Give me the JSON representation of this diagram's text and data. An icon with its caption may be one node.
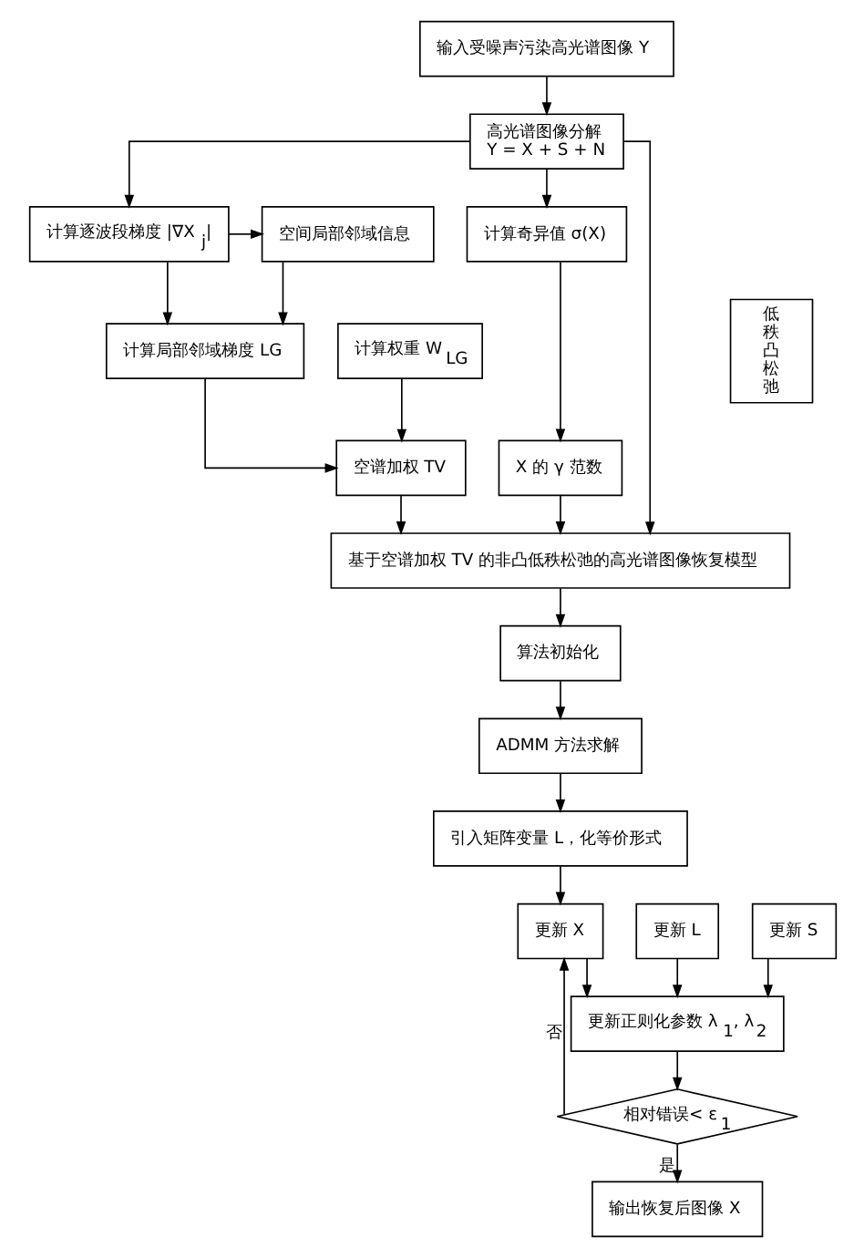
{
  "diagram": {
    "nodes": [
      {
        "text": [
          "输入受噪声污染高光谱图像 Y"
        ]
      },
      {
        "text": [
          "高光谱图像分解",
          "Y = X + S + N"
        ]
      },
      {
        "text": [
          "空间局部邻域信息"
        ]
      },
      {
        "text": [
          "计算逐波段梯度 |∇X$_{j}$|"
        ]
      },
      {
        "text": [
          "计算奇异值 σ(X)"
        ]
      },
      {
        "text": [
          "计算局部邻域梯度 LG"
        ]
      },
      {
        "text": [
          "计算权重 W$_{LG}$"
        ]
      },
      {
        "text": [
          "低秩凸松弛"
        ]
      },
      {
        "text": [
          "空谱加权 TV"
        ]
      },
      {
        "text": [
          "X 的 γ 范数"
        ]
      },
      {
        "text": [
          "基于空谱加权 TV 的非凸低秩松弛的高光谱图像恢复模型"
        ]
      },
      {
        "text": [
          "算法初始化"
        ]
      },
      {
        "text": [
          "ADMM 方法求解"
        ]
      },
      {
        "text": [
          "引入矩阵变量 L，化等价形式"
        ]
      },
      {
        "text": [
          "更新 L"
        ]
      },
      {
        "text": [
          "更新 X"
        ]
      },
      {
        "text": [
          "更新 S"
        ]
      },
      {
        "text": [
          "更新正则化参数 λ$_{1}$, λ$_{2}$"
        ]
      },
      {
        "text": [
          "相对错误< ε$_{1}$"
        ]
      },
      {
        "text": [
          "输出恢复后图像 X"
        ]
      }
    ],
    "edges": [
      {
        "from": 0,
        "to": 1,
        "arrow": "to"
      },
      {
        "from": 1,
        "to": 3,
        "arrow": "to"
      },
      {
        "from": 1,
        "to": 4,
        "arrow": "to"
      },
      {
        "from": 3,
        "to": 2,
        "arrow": "to"
      },
      {
        "from": 2,
        "to": 5,
        "arrow": "to"
      },
      {
        "from": 3,
        "to": 5,
        "arrow": "to"
      },
      {
        "from": 5,
        "to": 8,
        "arrow": "to"
      },
      {
        "from": 6,
        "to": 8,
        "arrow": "to"
      },
      {
        "from": 4,
        "to": 9,
        "arrow": "to"
      },
      {
        "from": 1,
        "to": 10,
        "arrow": "to"
      },
      {
        "from": 8,
        "to": 10,
        "arrow": "to"
      },
      {
        "from": 9,
        "to": 10,
        "arrow": "to"
      },
      {
        "from": 10,
        "to": 11,
        "arrow": "to"
      },
      {
        "from": 11,
        "to": 12,
        "arrow": "to"
      },
      {
        "from": 12,
        "to": 13,
        "arrow": "to"
      },
      {
        "from": 13,
        "to": 15,
        "arrow": "to"
      },
      {
        "from": 14,
        "to": 17,
        "arrow": "to"
      },
      {
        "from": 15,
        "to": 17,
        "arrow": "to"
      },
      {
        "from": 16,
        "to": 17,
        "arrow": "to"
      },
      {
        "from": 17,
        "to": 18,
        "arrow": "to"
      },
      {
        "from": 18,
        "to": 15,
        "arrow": "to",
        "label": "否"
      },
      {
        "from": 18,
        "to": 19,
        "arrow": "to",
        "label": "是"
      }
    ]
  }
}
